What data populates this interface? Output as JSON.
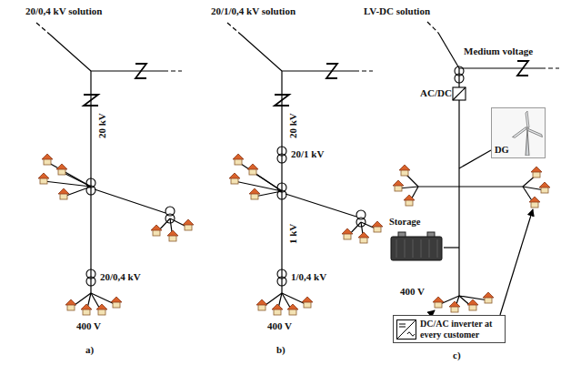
{
  "diagram": {
    "nodes": [
      {
        "text": [
          "DG"
        ]
      },
      {
        "text": [
          "Storage"
        ]
      },
      {
        "text": [
          "DC/AC inverter at every customer"
        ]
      }
    ],
    "labels": [
      "20/0,4 kV solution",
      "20 kV",
      "20/0,4 kV",
      "400 V",
      "a)",
      "20/1/0,4 kV solution",
      "20 kV",
      "20/1 kV",
      "1 kV",
      "1/0,4 kV",
      "400 V",
      "b)",
      "LV-DC solution",
      "Medium voltage",
      "AC/DC",
      "400 V",
      "c)"
    ]
  }
}
